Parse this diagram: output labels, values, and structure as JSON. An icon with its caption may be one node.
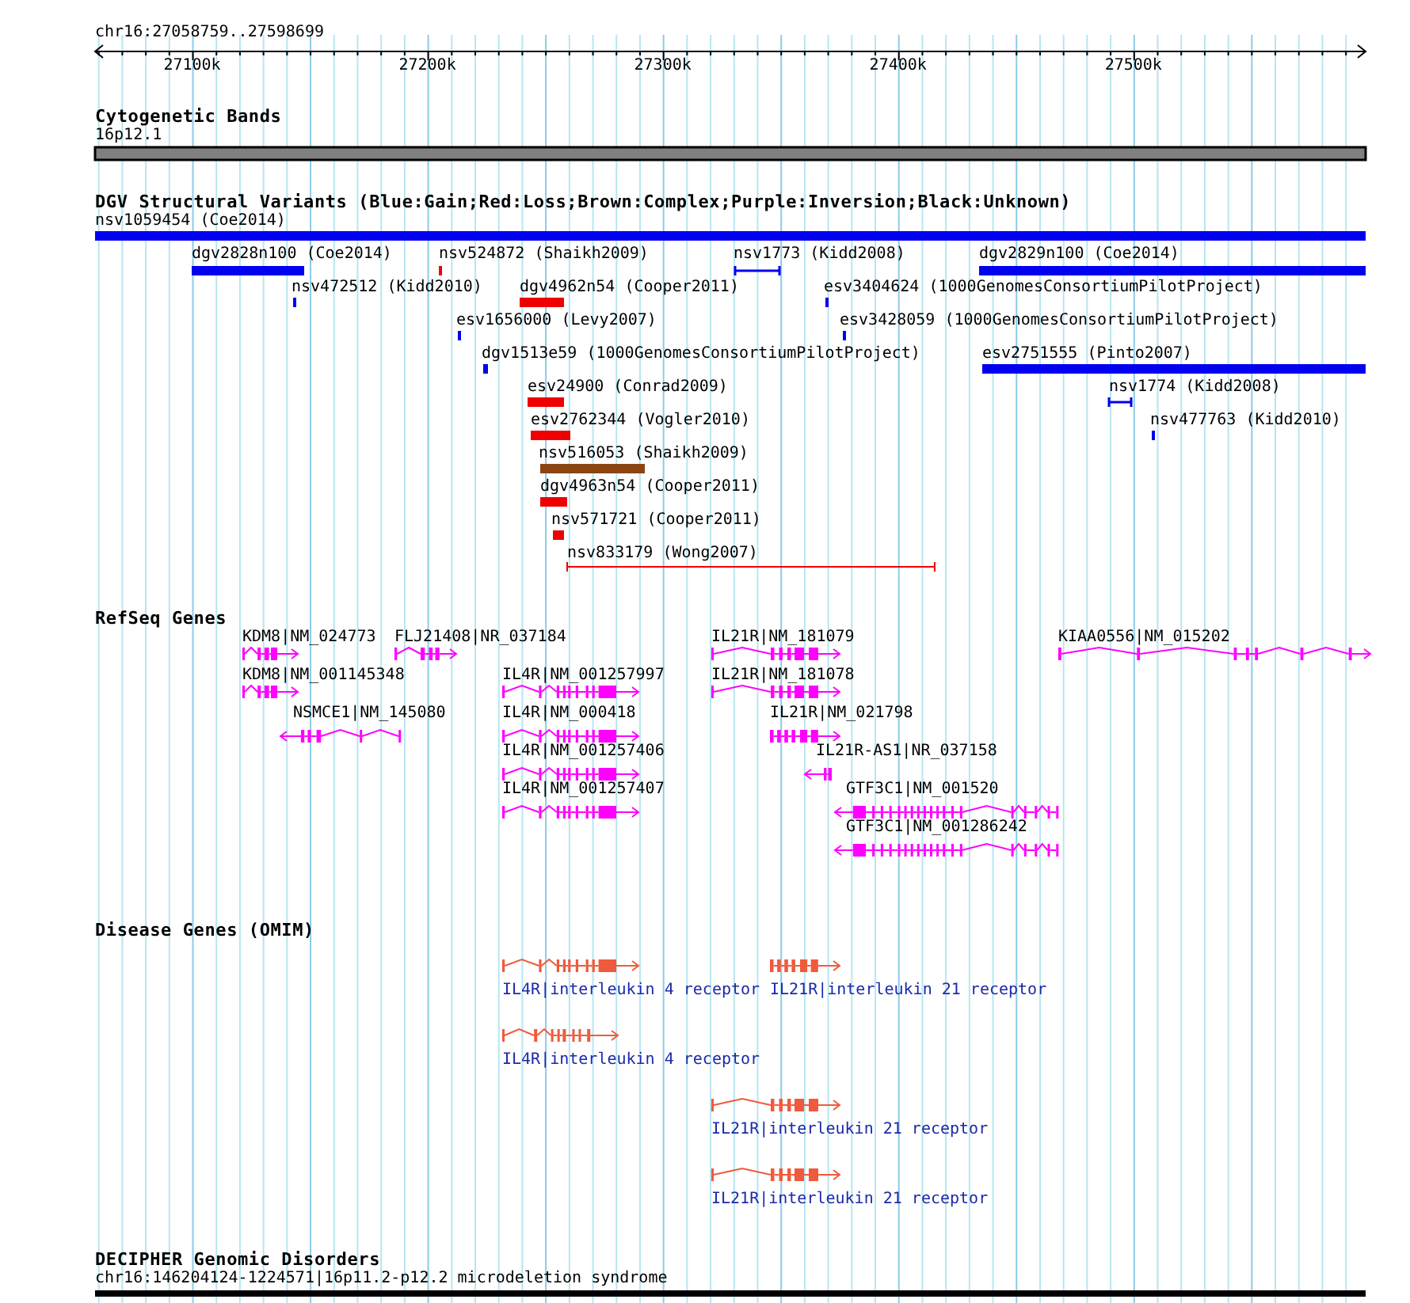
{
  "diagram": {
    "nodes": [
      {
        "text": [
          "Cytogenetic Bands"
        ]
      },
      {
        "text": [
          "16p12.1"
        ],
        "in": 0
      },
      {
        "text": [
          "DGV Structural Variants (Blue:Gain;Red:Loss;Brown:Complex;Purple:Inversion;Black:Unknown)"
        ]
      },
      {
        "text": [
          "nsv1059454 (Coe2014)"
        ],
        "in": 2
      },
      {
        "text": [
          "dgv2828n100 (Coe2014)"
        ],
        "in": 2
      },
      {
        "text": [
          "nsv524872 (Shaikh2009)"
        ],
        "in": 2
      },
      {
        "text": [
          "nsv1773 (Kidd2008)"
        ],
        "in": 2
      },
      {
        "text": [
          "dgv2829n100 (Coe2014)"
        ],
        "in": 2
      },
      {
        "text": [
          "nsv472512 (Kidd2010)"
        ],
        "in": 2
      },
      {
        "text": [
          "dgv4962n54 (Cooper2011)"
        ],
        "in": 2
      },
      {
        "text": [
          "esv3404624 (1000GenomesConsortiumPilotProject)"
        ],
        "in": 2
      },
      {
        "text": [
          "esv1656000 (Levy2007)"
        ],
        "in": 2
      },
      {
        "text": [
          "esv3428059 (1000GenomesConsortiumPilotProject)"
        ],
        "in": 2
      },
      {
        "text": [
          "dgv1513e59 (1000GenomesConsortiumPilotProject)"
        ],
        "in": 2
      },
      {
        "text": [
          "esv2751555 (Pinto2007)"
        ],
        "in": 2
      },
      {
        "text": [
          "esv24900 (Conrad2009)"
        ],
        "in": 2
      },
      {
        "text": [
          "nsv1774 (Kidd2008)"
        ],
        "in": 2
      },
      {
        "text": [
          "esv2762344 (Vogler2010)"
        ],
        "in": 2
      },
      {
        "text": [
          "nsv477763 (Kidd2010)"
        ],
        "in": 2
      },
      {
        "text": [
          "nsv516053 (Shaikh2009)"
        ],
        "in": 2
      },
      {
        "text": [
          "dgv4963n54 (Cooper2011)"
        ],
        "in": 2
      },
      {
        "text": [
          "nsv571721 (Cooper2011)"
        ],
        "in": 2
      },
      {
        "text": [
          "nsv833179 (Wong2007)"
        ],
        "in": 2
      },
      {
        "text": [
          "RefSeq Genes"
        ]
      },
      {
        "text": [
          "KDM8|NM_024773"
        ],
        "in": 23
      },
      {
        "text": [
          "FLJ21408|NR_037184"
        ],
        "in": 23
      },
      {
        "text": [
          "IL21R|NM_181079"
        ],
        "in": 23
      },
      {
        "text": [
          "KIAA0556|NM_015202"
        ],
        "in": 23
      },
      {
        "text": [
          "KDM8|NM_001145348"
        ],
        "in": 23
      },
      {
        "text": [
          "IL4R|NM_001257997"
        ],
        "in": 23
      },
      {
        "text": [
          "IL21R|NM_181078"
        ],
        "in": 23
      },
      {
        "text": [
          "NSMCE1|NM_145080"
        ],
        "in": 23
      },
      {
        "text": [
          "IL4R|NM_000418"
        ],
        "in": 23
      },
      {
        "text": [
          "IL21R|NM_021798"
        ],
        "in": 23
      },
      {
        "text": [
          "IL4R|NM_001257406"
        ],
        "in": 23
      },
      {
        "text": [
          "IL21R-AS1|NR_037158"
        ],
        "in": 23
      },
      {
        "text": [
          "IL4R|NM_001257407"
        ],
        "in": 23
      },
      {
        "text": [
          "GTF3C1|NM_001520"
        ],
        "in": 23
      },
      {
        "text": [
          "GTF3C1|NM_001286242"
        ],
        "in": 23
      },
      {
        "text": [
          "Disease Genes (OMIM)"
        ]
      },
      {
        "text": [
          "IL4R|interleukin 4 receptor"
        ],
        "in": 39
      },
      {
        "text": [
          "IL21R|interleukin 21 receptor"
        ],
        "in": 39
      },
      {
        "text": [
          "IL4R|interleukin 4 receptor"
        ],
        "in": 39
      },
      {
        "text": [
          "IL21R|interleukin 21 receptor"
        ],
        "in": 39
      },
      {
        "text": [
          "IL21R|interleukin 21 receptor"
        ],
        "in": 39
      },
      {
        "text": [
          "DECIPHER Genomic Disorders"
        ]
      },
      {
        "text": [
          "chr16:146204124-1224571|16p11.2-p12.2 microdeletion syndrome"
        ],
        "in": 45
      }
    ],
    "labels": [
      "chr16:27058759..27598699",
      "27100k",
      "27200k",
      "27300k",
      "27400k",
      "27500k"
    ]
  }
}
